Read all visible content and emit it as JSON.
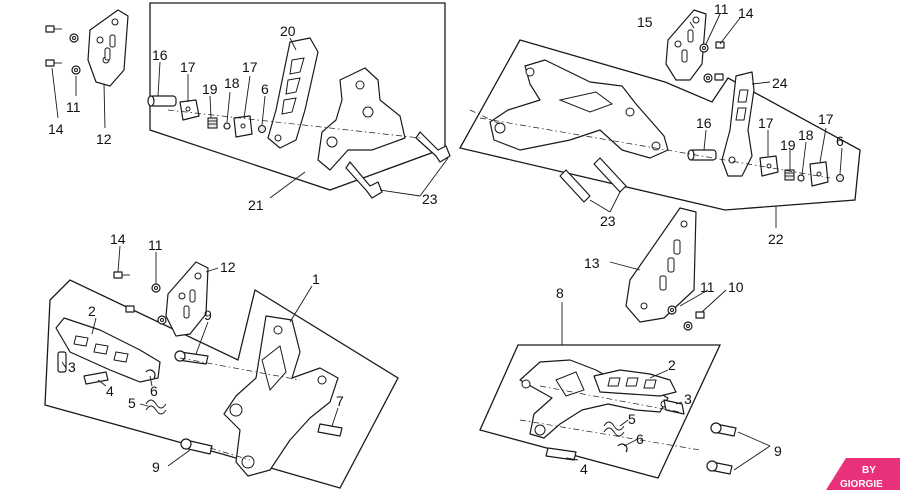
{
  "diagram": {
    "callouts": {
      "c14a": "14",
      "c11a": "11",
      "c12a": "12",
      "c16a": "16",
      "c17a": "17",
      "c19a": "19",
      "c18a": "18",
      "c17b": "17",
      "c6a": "6",
      "c20": "20",
      "c21": "21",
      "c23a": "23",
      "c15": "15",
      "c11b": "11",
      "c14b": "14",
      "c24": "24",
      "c16b": "16",
      "c17c": "17",
      "c19b": "19",
      "c18b": "18",
      "c17d": "17",
      "c6b": "6",
      "c23b": "23",
      "c22": "22",
      "c14c": "14",
      "c11c": "11",
      "c12b": "12",
      "c1": "1",
      "c2a": "2",
      "c9a": "9",
      "c3a": "3",
      "c4a": "4",
      "c6c": "6",
      "c5a": "5",
      "c7": "7",
      "c9b": "9",
      "c13": "13",
      "c11d": "11",
      "c10": "10",
      "c8": "8",
      "c2b": "2",
      "c3b": "3",
      "c5b": "5",
      "c6d": "6",
      "c4b": "4",
      "c9c": "9"
    },
    "logo": {
      "line1": "BY",
      "line2": "GIORGIE",
      "color": "#e8317a"
    }
  }
}
